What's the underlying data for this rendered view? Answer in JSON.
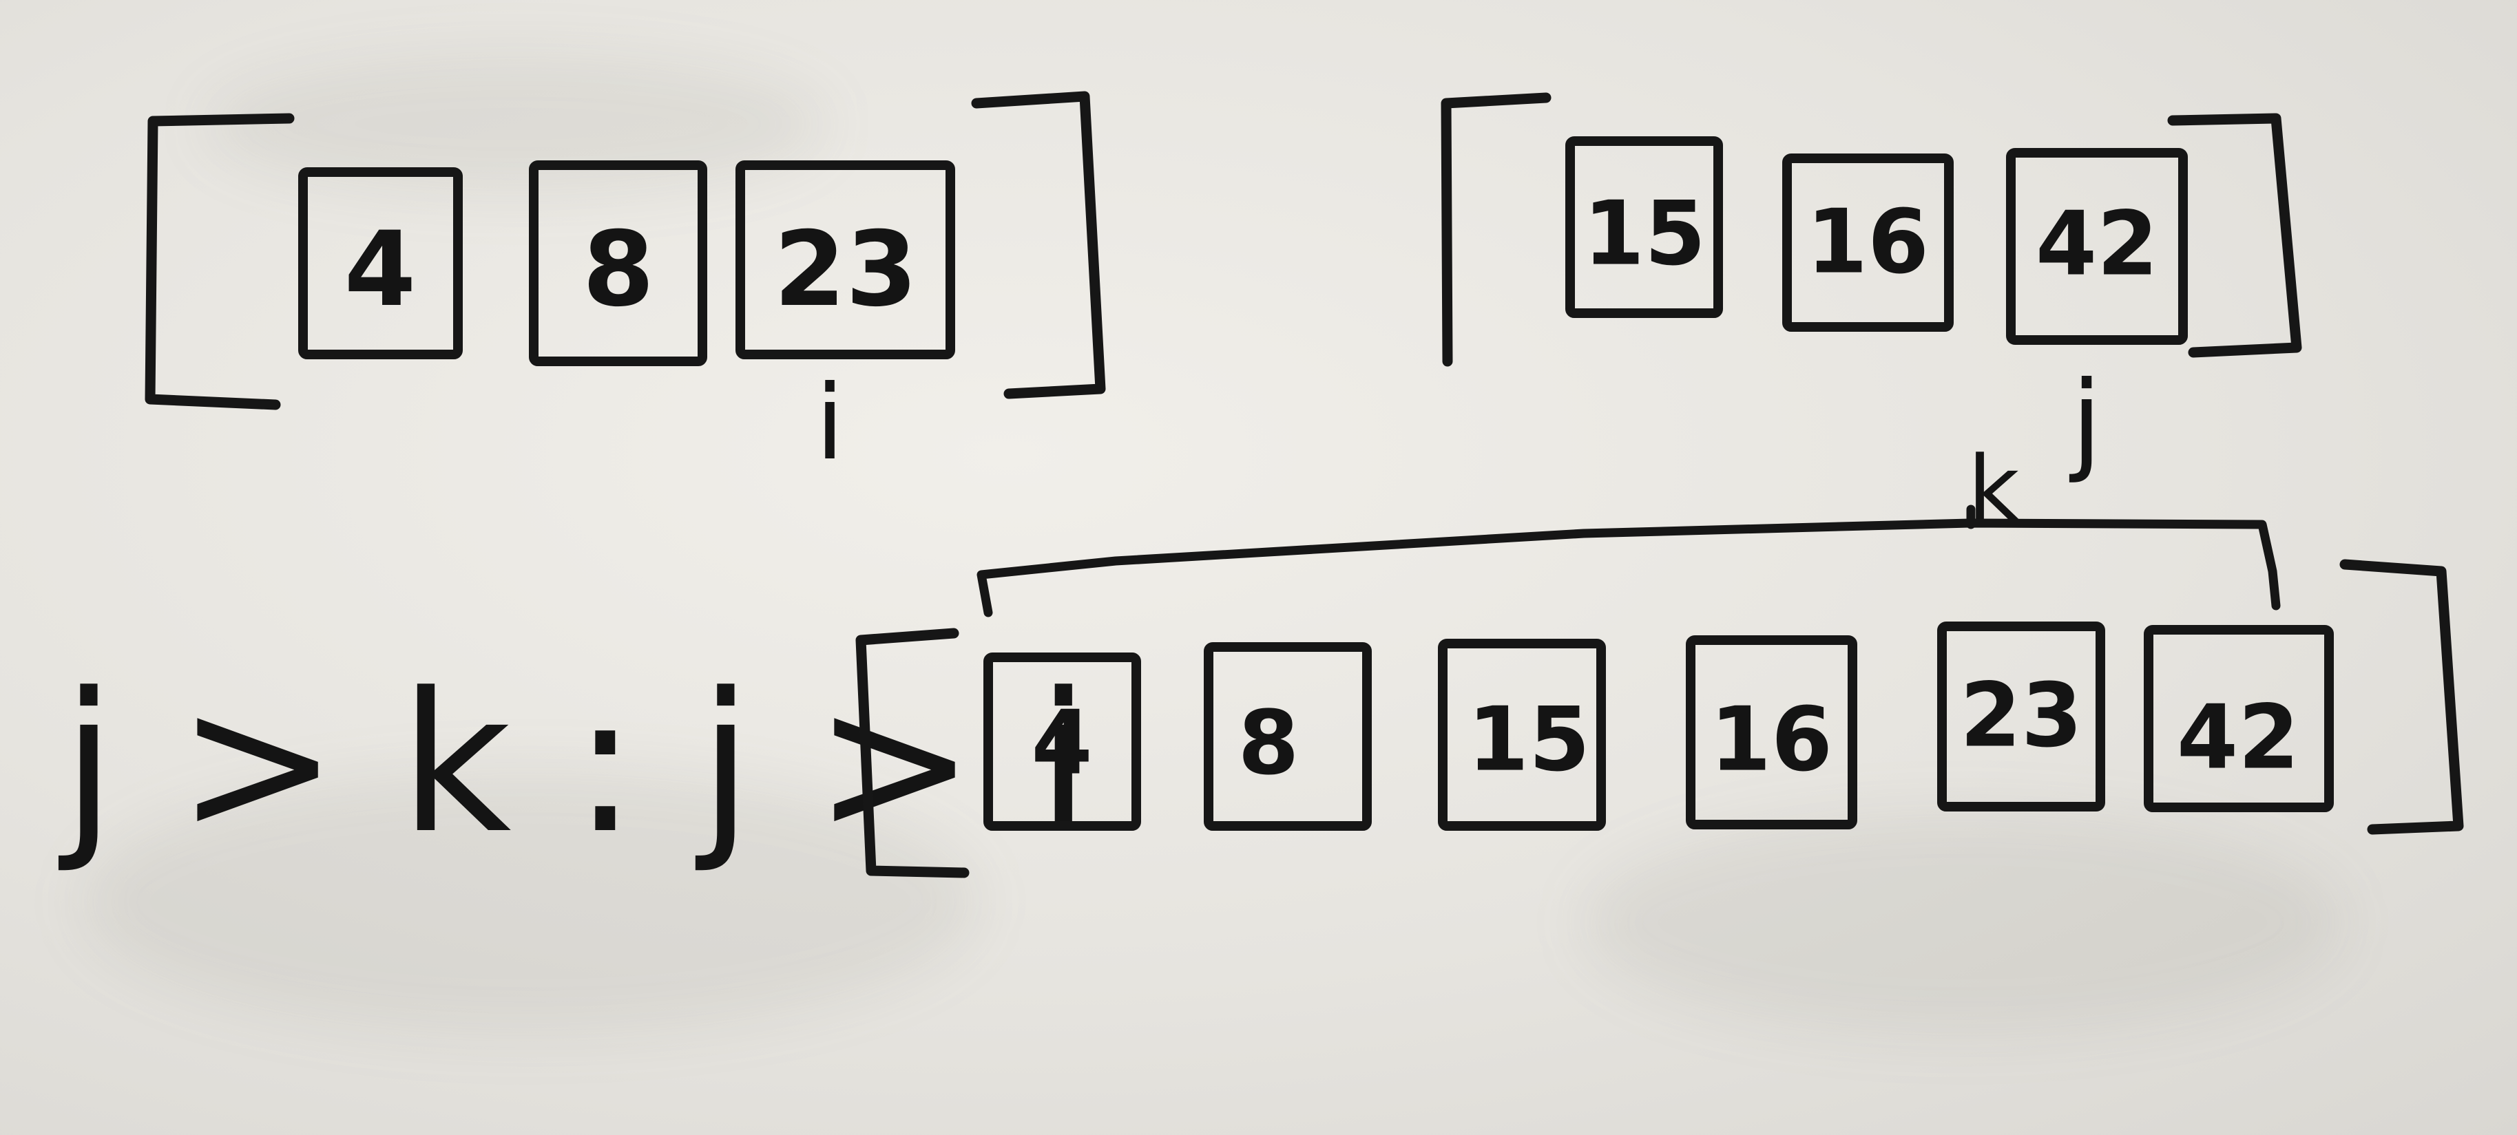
{
  "left_array": [
    "4",
    "8",
    "23"
  ],
  "right_array": [
    "15",
    "16",
    "42"
  ],
  "merged_array": [
    "4",
    "8",
    "15",
    "16",
    "23",
    "42"
  ],
  "pointer_i": "i",
  "pointer_j": "j",
  "pointer_k": "k",
  "condition": "j > k : j > i"
}
